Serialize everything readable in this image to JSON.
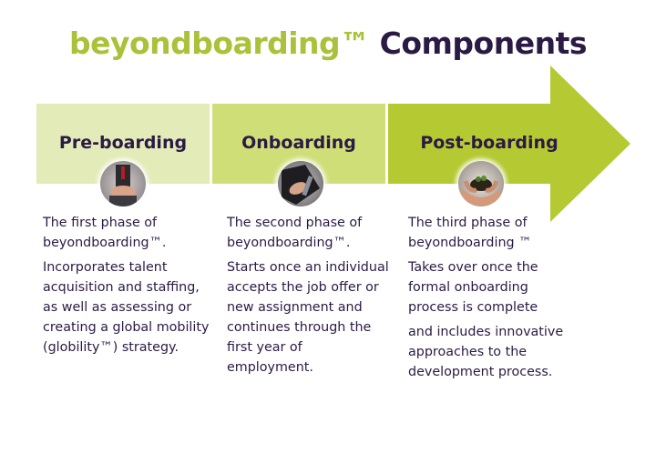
{
  "title": {
    "brand": "beyondboarding™",
    "rest": "Components"
  },
  "colors": {
    "brand_green": "#a9c23a",
    "dark_purple": "#2b1a44",
    "band_light": "#e3ebb8",
    "band_mid": "#d0de78",
    "band_dark": "#b5c932"
  },
  "phases": [
    {
      "label": "Pre-boarding",
      "icon": "handshake-photo",
      "paragraphs": [
        "The first phase of beyondboarding™.",
        "Incorporates talent acquisition and staffing, as well as  assessing or creating a global mobility (globility™) strategy."
      ]
    },
    {
      "label": "Onboarding",
      "icon": "business-writing-photo",
      "paragraphs": [
        "The second phase of beyondboarding™.",
        "Starts once an individual accepts the job offer or new assignment and continues through the first year of employment."
      ]
    },
    {
      "label": "Post-boarding",
      "icon": "hands-holding-seedling-photo",
      "paragraphs": [
        "The third phase of beyondboarding ™",
        "Takes over once the formal onboarding process is complete",
        "and includes innovative approaches to the development process."
      ]
    }
  ]
}
